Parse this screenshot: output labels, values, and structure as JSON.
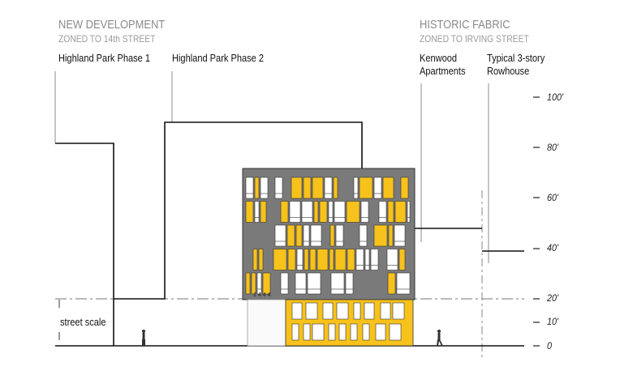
{
  "left_group": {
    "title": "NEW DEVELOPMENT",
    "subtitle": "ZONED TO 14th STREET"
  },
  "right_group": {
    "title": "HISTORIC FABRIC",
    "subtitle": "ZONED TO IRVING STREET"
  },
  "labels": {
    "phase1": "Highland Park Phase 1",
    "phase2": "Highland Park Phase 2",
    "kenwood": [
      "Kenwood",
      "Apartments"
    ],
    "rowhouse": [
      "Typical 3-story",
      "Rowhouse"
    ],
    "street_scale": "street scale"
  },
  "height_scale": [
    "100'",
    "80'",
    "60'",
    "40'",
    "20'",
    "10'",
    "0"
  ],
  "building_address": "1 4 4 4",
  "colors": {
    "accent": "#f7c21b",
    "panel": "#7a7a7a",
    "line": "#111111",
    "leader": "#9a9a9a"
  }
}
